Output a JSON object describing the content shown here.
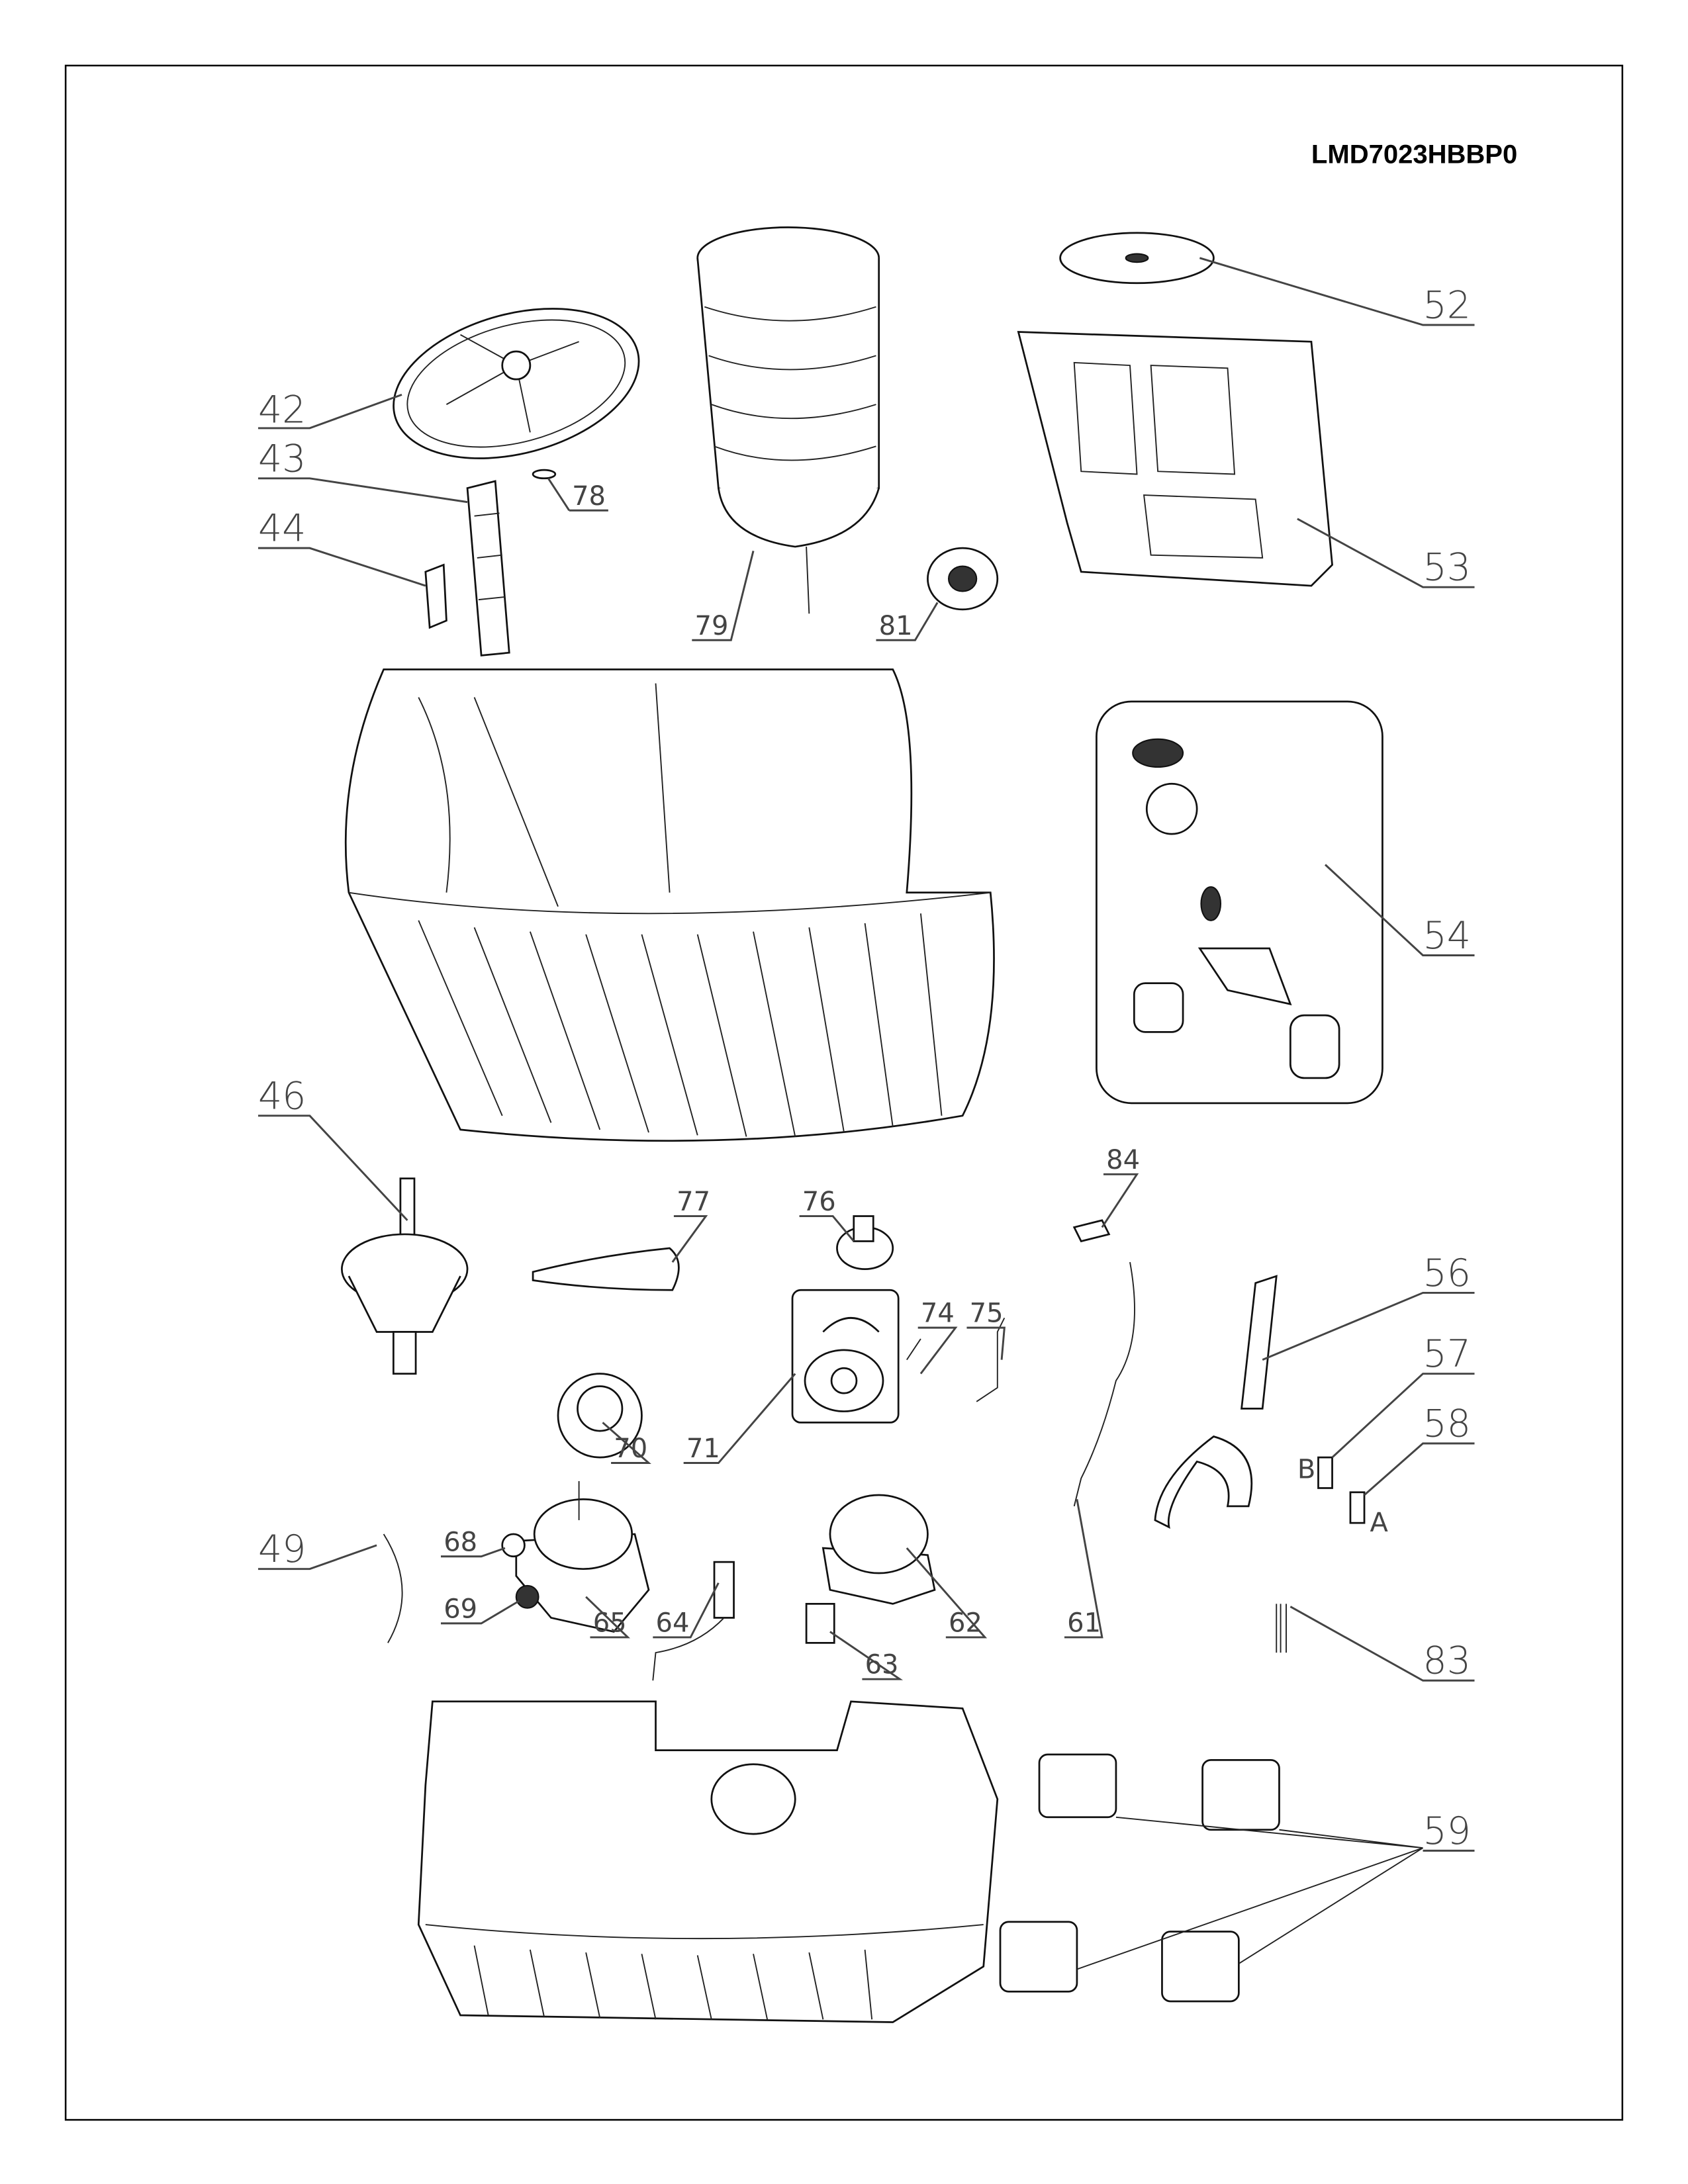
{
  "model_number": "LMD7023HBBP0",
  "part_labels": {
    "p42": "42",
    "p43": "43",
    "p44": "44",
    "p78": "78",
    "p79": "79",
    "p81": "81",
    "p52": "52",
    "p53": "53",
    "p54": "54",
    "p46": "46",
    "p77": "77",
    "p76": "76",
    "p74": "74",
    "p75": "75",
    "p70": "70",
    "p71": "71",
    "p84": "84",
    "p56": "56",
    "p57": "57",
    "p58": "58",
    "p49": "49",
    "p68": "68",
    "p69": "69",
    "p65": "65",
    "p64": "64",
    "p63": "63",
    "p62": "62",
    "p61": "61",
    "p83": "83",
    "p59": "59"
  },
  "connector_marks": {
    "b": "B",
    "a": "A"
  }
}
